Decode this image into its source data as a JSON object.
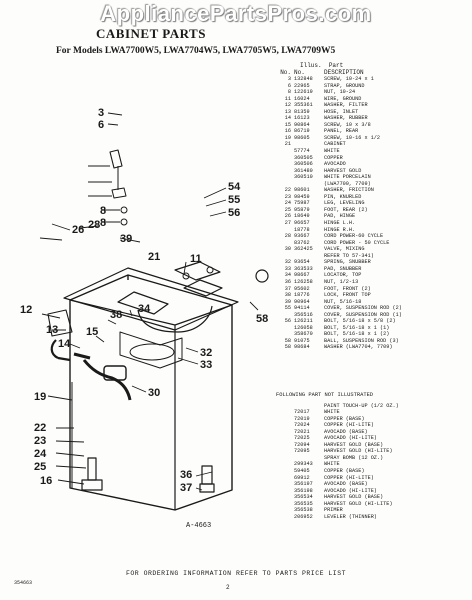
{
  "watermark": "AppliancePartsPros.com",
  "title": "CABINET PARTS",
  "models": "For Models LWA7700W5, LWA7704W5, LWA7705W5, LWA7709W5",
  "table_header": {
    "illus": "Illus.",
    "part": "Part",
    "no1": "No.",
    "no2": "No.",
    "desc": "DESCRIPTION"
  },
  "parts": [
    {
      "illus": "3",
      "part": "132848",
      "desc": "SCREW, 10-24 x 1"
    },
    {
      "illus": "6",
      "part": "22965",
      "desc": "STRAP, GROUND"
    },
    {
      "illus": "8",
      "part": "122619",
      "desc": "NUT, 10-24"
    },
    {
      "illus": "11",
      "part": "16024",
      "desc": "WIRE, GROUND"
    },
    {
      "illus": "12",
      "part": "355361",
      "desc": "WASHER, FILTER"
    },
    {
      "illus": "13",
      "part": "81359",
      "desc": "HOSE, INLET"
    },
    {
      "illus": "14",
      "part": "16123",
      "desc": "WASHER, RUBBER"
    },
    {
      "illus": "15",
      "part": "90864",
      "desc": "SCREW, 10 x 3/8"
    },
    {
      "illus": "16",
      "part": "86719",
      "desc": "PANEL, REAR"
    },
    {
      "illus": "19",
      "part": "98605",
      "desc": "SCREW, 10-16 x 1/2"
    },
    {
      "illus": "21",
      "part": "",
      "desc": "CABINET"
    },
    {
      "illus": "",
      "part": "57774",
      "desc": "WHITE"
    },
    {
      "illus": "",
      "part": "360505",
      "desc": "COPPER"
    },
    {
      "illus": "",
      "part": "360506",
      "desc": "AVOCADO"
    },
    {
      "illus": "",
      "part": "361480",
      "desc": "HARVEST GOLD"
    },
    {
      "illus": "",
      "part": "360510",
      "desc": "WHITE PORCELAIN"
    },
    {
      "illus": "",
      "part": "",
      "desc": "(LWA7700, 7709)"
    },
    {
      "illus": "22",
      "part": "98601",
      "desc": "WASHER, FRICTION"
    },
    {
      "illus": "23",
      "part": "98459",
      "desc": "PIN, KNURLED"
    },
    {
      "illus": "24",
      "part": "75987",
      "desc": "LEG, LEVELING"
    },
    {
      "illus": "25",
      "part": "95879",
      "desc": "FOOT, REAR (2)"
    },
    {
      "illus": "26",
      "part": "18649",
      "desc": "PAD, HINGE"
    },
    {
      "illus": "27",
      "part": "96657",
      "desc": "HINGE L.H."
    },
    {
      "illus": "",
      "part": "18778",
      "desc": "HINGE R.H."
    },
    {
      "illus": "28",
      "part": "93667",
      "desc": "CORD POWER-60 CYCLE"
    },
    {
      "illus": "",
      "part": "83762",
      "desc": "CORD POWER - 50 CYCLE"
    },
    {
      "illus": "30",
      "part": "362425",
      "desc": "VALVE, MIXING"
    },
    {
      "illus": "",
      "part": "",
      "desc": "REFER TO 57-341)"
    },
    {
      "illus": "32",
      "part": "93654",
      "desc": "SPRING, SNUBBER"
    },
    {
      "illus": "33",
      "part": "363533",
      "desc": "PAD, SNUBBER"
    },
    {
      "illus": "34",
      "part": "98667",
      "desc": "LOCATOR, TOP"
    },
    {
      "illus": "36",
      "part": "126258",
      "desc": "NUT, 1/2-13"
    },
    {
      "illus": "37",
      "part": "95602",
      "desc": "FOOT, FRONT (2)"
    },
    {
      "illus": "38",
      "part": "18776",
      "desc": "LOCK, FRONT TOP"
    },
    {
      "illus": "39",
      "part": "90964",
      "desc": "NUT, 5/16-18"
    },
    {
      "illus": "55",
      "part": "94114",
      "desc": "COVER, SUSPENSION ROD (2)"
    },
    {
      "illus": "",
      "part": "356516",
      "desc": "COVER, SUSPENSION ROD (1)"
    },
    {
      "illus": "56",
      "part": "126211",
      "desc": "BOLT, 5/16-18 x 5/8 (2)"
    },
    {
      "illus": "",
      "part": "126058",
      "desc": "BOLT, 5/16-18 x 1 (1)"
    },
    {
      "illus": "",
      "part": "358670",
      "desc": "BOLT, 5/16-18 x 1 (2)"
    },
    {
      "illus": "58",
      "part": "91075",
      "desc": "BALL, SUSPENSION ROD (3)"
    },
    {
      "illus": "58",
      "part": "98684",
      "desc": "WASHER (LWA7704, 7709)"
    }
  ],
  "not_illustrated": {
    "lead": "FOLLOWING PART NOT ILLUSTRATED",
    "items": [
      {
        "part": "",
        "desc": "PAINT TOUCH-UP (1/2 OZ.)"
      },
      {
        "part": "72017",
        "desc": "WHITE"
      },
      {
        "part": "72019",
        "desc": "COPPER (BASE)"
      },
      {
        "part": "72024",
        "desc": "COPPER (HI-LITE)"
      },
      {
        "part": "72021",
        "desc": "AVOCADO (BASE)"
      },
      {
        "part": "72025",
        "desc": "AVOCADO (HI-LITE)"
      },
      {
        "part": "72094",
        "desc": "HARVEST GOLD (BASE)"
      },
      {
        "part": "72095",
        "desc": "HARVEST GOLD (HI-LITE)"
      },
      {
        "part": "",
        "desc": "SPRAY BOMB (12 OZ.)"
      },
      {
        "part": "299343",
        "desc": "WHITE"
      },
      {
        "part": "59405",
        "desc": "COPPER (BASE)"
      },
      {
        "part": "69912",
        "desc": "COPPER (HI-LITE)"
      },
      {
        "part": "356197",
        "desc": "AVOCADO (BASE)"
      },
      {
        "part": "356198",
        "desc": "AVOCADO (HI-LITE)"
      },
      {
        "part": "356534",
        "desc": "HARVEST GOLD (BASE)"
      },
      {
        "part": "356535",
        "desc": "HARVEST GOLD (HI-LITE)"
      },
      {
        "part": "356538",
        "desc": "PRIMER"
      },
      {
        "part": "206952",
        "desc": "LEVELER (THINNER)"
      }
    ]
  },
  "callouts": {
    "c3": "3",
    "c6": "6",
    "c8a": "8",
    "c8b": "8",
    "c11": "11",
    "c54": "54",
    "c55": "55",
    "c56": "56",
    "c58": "58",
    "c12": "12",
    "c13": "13",
    "c14": "14",
    "c15": "15",
    "c26": "26",
    "c28": "28",
    "c39": "39",
    "c34": "34",
    "c38": "38",
    "c32": "32",
    "c33": "33",
    "c30": "30",
    "c19": "19",
    "c16": "16",
    "c21": "21",
    "c22": "22",
    "c23": "23",
    "c24": "24",
    "c25": "25",
    "c36": "36",
    "c37": "37"
  },
  "diagram_code": "A-4663",
  "footer": "FOR ORDERING INFORMATION REFER TO PARTS PRICE LIST",
  "page_number": "2",
  "doc_number": "354663"
}
